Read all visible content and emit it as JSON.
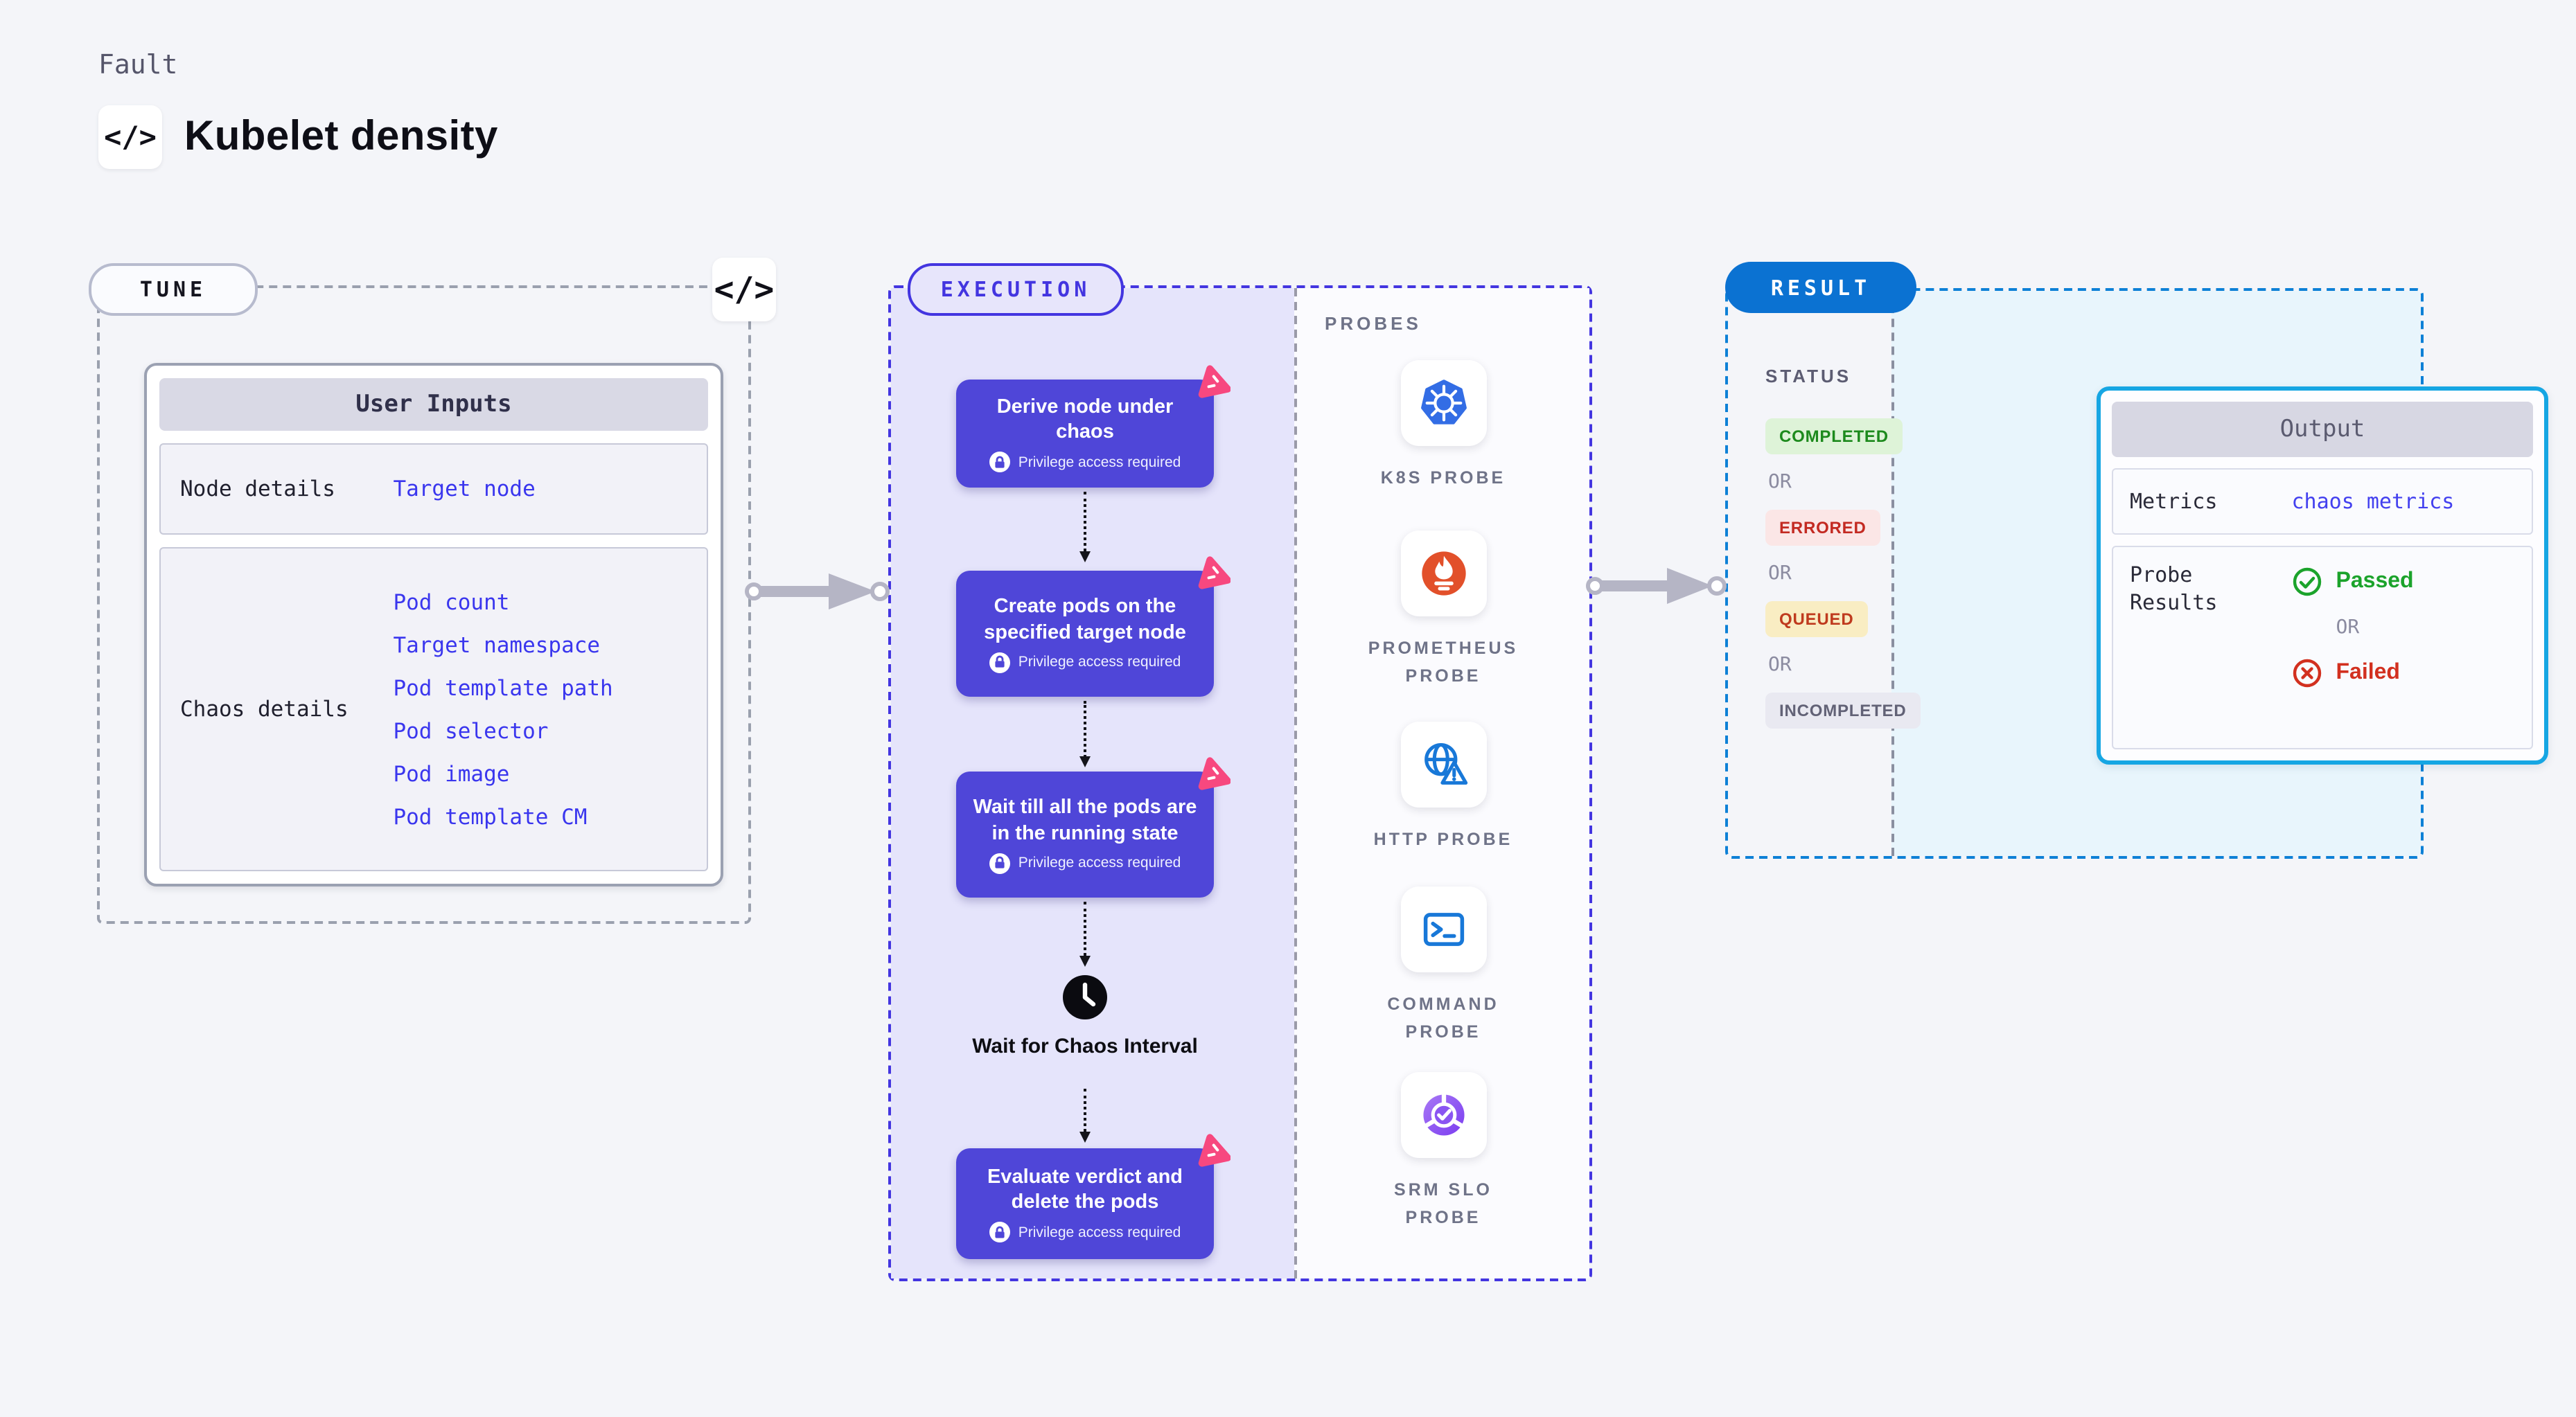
{
  "header": {
    "overline": "Fault",
    "title": "Kubelet density",
    "code_glyph": "</>"
  },
  "tune": {
    "label": "TUNE",
    "user_inputs": {
      "title": "User Inputs",
      "rows": [
        {
          "label": "Node details",
          "links": [
            "Target node"
          ]
        },
        {
          "label": "Chaos details",
          "links": [
            "Pod count",
            "Target namespace",
            "Pod template path",
            "Pod selector",
            "Pod image",
            "Pod template CM"
          ]
        }
      ]
    }
  },
  "execution": {
    "label": "EXECUTION",
    "privilege_note": "Privilege access required",
    "steps": [
      {
        "title": "Derive node under chaos"
      },
      {
        "title": "Create pods on the specified target node"
      },
      {
        "title": "Wait till all the pods are in the running state"
      },
      {
        "title": "Evaluate verdict and delete the pods"
      }
    ],
    "wait_label": "Wait for Chaos Interval",
    "probes": {
      "title": "PROBES",
      "items": [
        {
          "label": "K8S PROBE",
          "icon": "kubernetes-icon"
        },
        {
          "label": "PROMETHEUS PROBE",
          "icon": "prometheus-icon"
        },
        {
          "label": "HTTP PROBE",
          "icon": "globe-warning-icon"
        },
        {
          "label": "COMMAND PROBE",
          "icon": "terminal-icon"
        },
        {
          "label": "SRM SLO PROBE",
          "icon": "slo-check-icon"
        }
      ]
    }
  },
  "result": {
    "label": "RESULT",
    "status": {
      "title": "STATUS",
      "or": "OR",
      "badges": [
        {
          "text": "COMPLETED",
          "type": "completed"
        },
        {
          "text": "ERRORED",
          "type": "errored"
        },
        {
          "text": "QUEUED",
          "type": "queued"
        },
        {
          "text": "INCOMPLETED",
          "type": "incompleted"
        }
      ]
    },
    "output": {
      "title": "Output",
      "metrics_label": "Metrics",
      "metrics_link": "chaos metrics",
      "probe_results_label": "Probe Results",
      "passed": "Passed",
      "or": "OR",
      "failed": "Failed"
    }
  },
  "colors": {
    "page_bg": "#f4f5f9",
    "execution_accent": "#4335e0",
    "execution_node": "#4f46d8",
    "execution_bg": "#e5e4fb",
    "result_accent": "#0b72d2",
    "output_border": "#16a6e3",
    "link_blue": "#3a36ee",
    "litmus_pink": "#f7487f",
    "passed_green": "#1ba32b",
    "failed_red": "#d2301f"
  }
}
